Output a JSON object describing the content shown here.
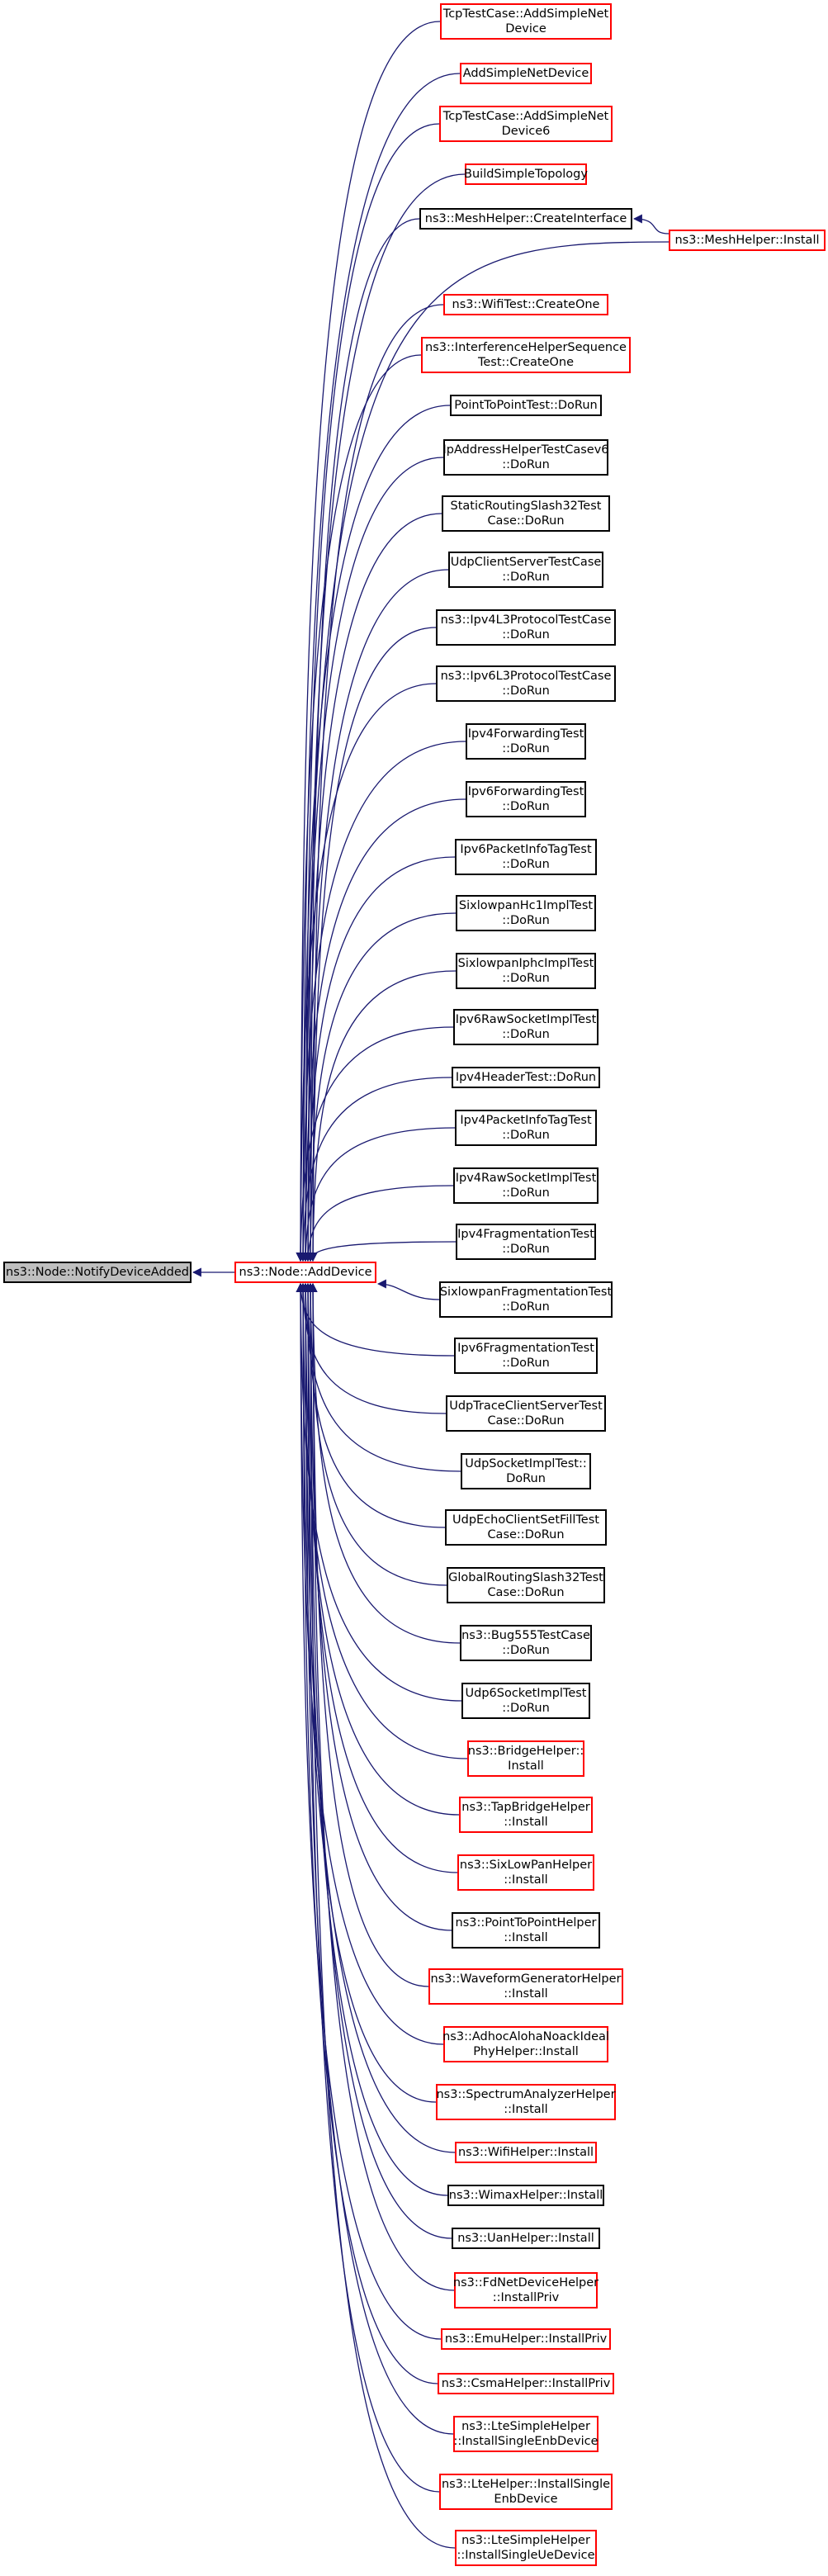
{
  "graph": {
    "edge_color": "#191970",
    "colors": {
      "link_border": "#ff0000",
      "plain_border": "#000000",
      "focus_fill": "#bfbfbf"
    },
    "focus": {
      "id": "notify",
      "lines": [
        "ns3::Node::NotifyDeviceAdded"
      ]
    },
    "hub": {
      "id": "adddevice",
      "lines": [
        "ns3::Node::AddDevice"
      ]
    },
    "mesh_install": {
      "id": "meshinstall",
      "lines": [
        "ns3::MeshHelper::Install"
      ]
    },
    "callers": [
      {
        "id": "c1",
        "lines": [
          "TcpTestCase::AddSimpleNet",
          "Device"
        ],
        "red": true
      },
      {
        "id": "c2",
        "lines": [
          "AddSimpleNetDevice"
        ],
        "red": true
      },
      {
        "id": "c3",
        "lines": [
          "TcpTestCase::AddSimpleNet",
          "Device6"
        ],
        "red": true
      },
      {
        "id": "c4",
        "lines": [
          "BuildSimpleTopology"
        ],
        "red": true
      },
      {
        "id": "c5",
        "lines": [
          "ns3::MeshHelper::CreateInterface"
        ],
        "red": false
      },
      {
        "id": "c6",
        "lines": [
          "ns3::WifiTest::CreateOne"
        ],
        "red": true
      },
      {
        "id": "c7",
        "lines": [
          "ns3::InterferenceHelperSequence",
          "Test::CreateOne"
        ],
        "red": true
      },
      {
        "id": "c8",
        "lines": [
          "PointToPointTest::DoRun"
        ],
        "red": false
      },
      {
        "id": "c9",
        "lines": [
          "IpAddressHelperTestCasev6",
          "::DoRun"
        ],
        "red": false
      },
      {
        "id": "c10",
        "lines": [
          "StaticRoutingSlash32Test",
          "Case::DoRun"
        ],
        "red": false
      },
      {
        "id": "c11",
        "lines": [
          "UdpClientServerTestCase",
          "::DoRun"
        ],
        "red": false
      },
      {
        "id": "c12",
        "lines": [
          "ns3::Ipv4L3ProtocolTestCase",
          "::DoRun"
        ],
        "red": false
      },
      {
        "id": "c13",
        "lines": [
          "ns3::Ipv6L3ProtocolTestCase",
          "::DoRun"
        ],
        "red": false
      },
      {
        "id": "c14",
        "lines": [
          "Ipv4ForwardingTest",
          "::DoRun"
        ],
        "red": false
      },
      {
        "id": "c15",
        "lines": [
          "Ipv6ForwardingTest",
          "::DoRun"
        ],
        "red": false
      },
      {
        "id": "c16",
        "lines": [
          "Ipv6PacketInfoTagTest",
          "::DoRun"
        ],
        "red": false
      },
      {
        "id": "c17",
        "lines": [
          "SixlowpanHc1ImplTest",
          "::DoRun"
        ],
        "red": false
      },
      {
        "id": "c18",
        "lines": [
          "SixlowpanIphcImplTest",
          "::DoRun"
        ],
        "red": false
      },
      {
        "id": "c19",
        "lines": [
          "Ipv6RawSocketImplTest",
          "::DoRun"
        ],
        "red": false
      },
      {
        "id": "c20",
        "lines": [
          "Ipv4HeaderTest::DoRun"
        ],
        "red": false
      },
      {
        "id": "c21",
        "lines": [
          "Ipv4PacketInfoTagTest",
          "::DoRun"
        ],
        "red": false
      },
      {
        "id": "c22",
        "lines": [
          "Ipv4RawSocketImplTest",
          "::DoRun"
        ],
        "red": false
      },
      {
        "id": "c23",
        "lines": [
          "Ipv4FragmentationTest",
          "::DoRun"
        ],
        "red": false
      },
      {
        "id": "c24",
        "lines": [
          "SixlowpanFragmentationTest",
          "::DoRun"
        ],
        "red": false
      },
      {
        "id": "c25",
        "lines": [
          "Ipv6FragmentationTest",
          "::DoRun"
        ],
        "red": false
      },
      {
        "id": "c26",
        "lines": [
          "UdpTraceClientServerTest",
          "Case::DoRun"
        ],
        "red": false
      },
      {
        "id": "c27",
        "lines": [
          "UdpSocketImplTest::",
          "DoRun"
        ],
        "red": false
      },
      {
        "id": "c28",
        "lines": [
          "UdpEchoClientSetFillTest",
          "Case::DoRun"
        ],
        "red": false
      },
      {
        "id": "c29",
        "lines": [
          "GlobalRoutingSlash32Test",
          "Case::DoRun"
        ],
        "red": false
      },
      {
        "id": "c30",
        "lines": [
          "ns3::Bug555TestCase",
          "::DoRun"
        ],
        "red": false
      },
      {
        "id": "c31",
        "lines": [
          "Udp6SocketImplTest",
          "::DoRun"
        ],
        "red": false
      },
      {
        "id": "c32",
        "lines": [
          "ns3::BridgeHelper::",
          "Install"
        ],
        "red": true
      },
      {
        "id": "c33",
        "lines": [
          "ns3::TapBridgeHelper",
          "::Install"
        ],
        "red": true
      },
      {
        "id": "c34",
        "lines": [
          "ns3::SixLowPanHelper",
          "::Install"
        ],
        "red": true
      },
      {
        "id": "c35",
        "lines": [
          "ns3::PointToPointHelper",
          "::Install"
        ],
        "red": false
      },
      {
        "id": "c36",
        "lines": [
          "ns3::WaveformGeneratorHelper",
          "::Install"
        ],
        "red": true
      },
      {
        "id": "c37",
        "lines": [
          "ns3::AdhocAlohaNoackIdeal",
          "PhyHelper::Install"
        ],
        "red": true
      },
      {
        "id": "c38",
        "lines": [
          "ns3::SpectrumAnalyzerHelper",
          "::Install"
        ],
        "red": true
      },
      {
        "id": "c39",
        "lines": [
          "ns3::WifiHelper::Install"
        ],
        "red": true
      },
      {
        "id": "c40",
        "lines": [
          "ns3::WimaxHelper::Install"
        ],
        "red": false
      },
      {
        "id": "c41",
        "lines": [
          "ns3::UanHelper::Install"
        ],
        "red": false
      },
      {
        "id": "c42",
        "lines": [
          "ns3::FdNetDeviceHelper",
          "::InstallPriv"
        ],
        "red": true
      },
      {
        "id": "c43",
        "lines": [
          "ns3::EmuHelper::InstallPriv"
        ],
        "red": true
      },
      {
        "id": "c44",
        "lines": [
          "ns3::CsmaHelper::InstallPriv"
        ],
        "red": true
      },
      {
        "id": "c45",
        "lines": [
          "ns3::LteSimpleHelper",
          "::InstallSingleEnbDevice"
        ],
        "red": true
      },
      {
        "id": "c46",
        "lines": [
          "ns3::LteHelper::InstallSingle",
          "EnbDevice"
        ],
        "red": true
      },
      {
        "id": "c47",
        "lines": [
          "ns3::LteSimpleHelper",
          "::InstallSingleUeDevice"
        ],
        "red": true
      }
    ]
  }
}
